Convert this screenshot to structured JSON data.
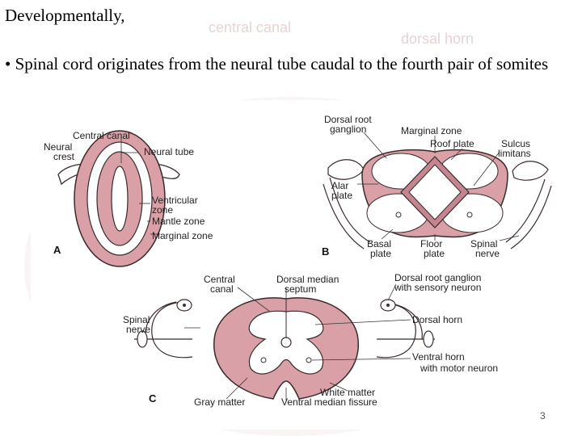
{
  "title": "Developmentally,",
  "bullet": "• Spinal cord originates  from the neural tube caudal to the fourth pair of somites",
  "slide_number": "3",
  "colors": {
    "tissue": "#d9a0a8",
    "tissue_dark": "#b7707b",
    "stroke": "#3a2a2a",
    "watermark": "#f2e6e6"
  },
  "watermark_text": {
    "central_canal": "central canal",
    "dorsal_horn": "dorsal horn"
  },
  "panel_a": {
    "letter": "A",
    "central_canal": "Central canal",
    "neural_crest_1": "Neural",
    "neural_crest_2": "crest",
    "neural_tube": "Neural tube",
    "ventricular_1": "Ventricular",
    "ventricular_2": "zone",
    "mantle": "Mantle zone",
    "marginal": "Marginal zone"
  },
  "panel_b": {
    "letter": "B",
    "drg_1": "Dorsal root",
    "drg_2": "ganglion",
    "marginal": "Marginal zone",
    "roof": "Roof plate",
    "sulcus_1": "Sulcus",
    "sulcus_2": "limitans",
    "alar_1": "Alar",
    "alar_2": "plate",
    "basal_1": "Basal",
    "basal_2": "plate",
    "floor_1": "Floor",
    "floor_2": "plate",
    "spinal_1": "Spinal",
    "spinal_2": "nerve"
  },
  "panel_c": {
    "letter": "C",
    "central_1": "Central",
    "central_2": "canal",
    "dms_1": "Dorsal median",
    "dms_2": "septum",
    "drg_1": "Dorsal root ganglion",
    "drg_2": "with sensory neuron",
    "spinal_1": "Spinal",
    "spinal_2": "nerve",
    "dorsal_horn": "Dorsal horn",
    "ventral_1": "Ventral horn",
    "ventral_2": "with motor neuron",
    "white": "White matter",
    "gray": "Gray matter",
    "vmf": "Ventral median fissure"
  }
}
